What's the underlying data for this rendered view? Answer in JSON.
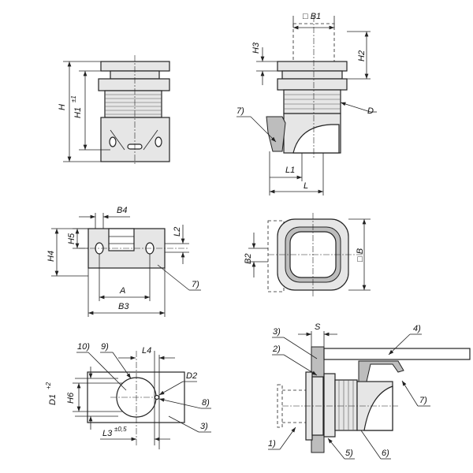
{
  "views": {
    "front": {
      "H": "H",
      "H1": "H1",
      "H1_tol": "±1"
    },
    "side": {
      "B1": "□ B1",
      "H3": "H3",
      "H2": "H2",
      "D": "D",
      "ref7": "7)",
      "L1": "L1",
      "L": "L"
    },
    "bottom": {
      "B4": "B4",
      "L2": "L2",
      "H5": "H5",
      "H4": "H4",
      "A": "A",
      "B3": "B3",
      "ref7": "7)"
    },
    "top": {
      "B2": "B2",
      "B": "□ B"
    },
    "cutout": {
      "ref10": "10)",
      "ref9": "9)",
      "L4": "L4",
      "D2": "D2",
      "D1": "D1",
      "D1_tol": "+2",
      "H6": "H6",
      "ref8": "8)",
      "L3": "L3",
      "L3_tol": "±0,5",
      "ref3": "3)"
    },
    "assembly": {
      "ref3": "3)",
      "S": "S",
      "ref4": "4)",
      "ref2": "2)",
      "ref7": "7)",
      "ref1": "1)",
      "ref5": "5)",
      "ref6": "6)"
    }
  }
}
